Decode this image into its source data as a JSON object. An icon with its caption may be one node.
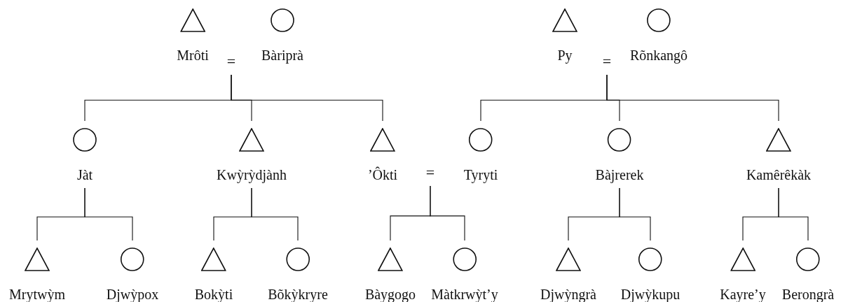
{
  "diagram": {
    "nodes": [
      {
        "text": [],
        "shape": "triangle",
        "beside": [
          "Mrôti"
        ]
      },
      {
        "text": [
          "="
        ]
      },
      {
        "text": [],
        "shape": "circle",
        "beside": [
          "Bàriprà"
        ]
      },
      {
        "text": [],
        "shape": "triangle",
        "beside": [
          "Py"
        ]
      },
      {
        "text": [
          "="
        ]
      },
      {
        "text": [],
        "shape": "circle",
        "beside": [
          "Rõnkangô"
        ]
      },
      {
        "text": [],
        "shape": "circle",
        "beside": [
          "Jàt"
        ]
      },
      {
        "text": [],
        "shape": "triangle",
        "beside": [
          "Kwỳrỳdjành"
        ]
      },
      {
        "text": [],
        "shape": "triangle",
        "beside": [
          "’Ôkti"
        ]
      },
      {
        "text": [
          "="
        ]
      },
      {
        "text": [],
        "shape": "circle",
        "beside": [
          "Tyryti"
        ]
      },
      {
        "text": [],
        "shape": "circle",
        "beside": [
          "Bàjrerek"
        ]
      },
      {
        "text": [],
        "shape": "triangle",
        "beside": [
          "Kamêrêkàk"
        ]
      },
      {
        "text": [],
        "shape": "triangle",
        "beside": [
          "Mrytwỳm"
        ]
      },
      {
        "text": [],
        "shape": "circle",
        "beside": [
          "Djwỳpox"
        ]
      },
      {
        "text": [],
        "shape": "triangle",
        "beside": [
          "Bokỳti"
        ]
      },
      {
        "text": [],
        "shape": "circle",
        "beside": [
          "Bõkỳkryre"
        ]
      },
      {
        "text": [],
        "shape": "triangle",
        "beside": [
          "Bàygogo"
        ]
      },
      {
        "text": [],
        "shape": "circle",
        "beside": [
          "Màtkrwỳt’y"
        ]
      },
      {
        "text": [],
        "shape": "triangle",
        "beside": [
          "Djwỳngrà"
        ]
      },
      {
        "text": [],
        "shape": "circle",
        "beside": [
          "Djwỳkupu"
        ]
      },
      {
        "text": [],
        "shape": "triangle",
        "beside": [
          "Kayre’y"
        ]
      },
      {
        "text": [],
        "shape": "circle",
        "beside": [
          "Berongrà"
        ]
      }
    ],
    "edges": [
      {
        "from": 1,
        "to": 6,
        "arrow": "none"
      },
      {
        "from": 1,
        "to": 7,
        "arrow": "none"
      },
      {
        "from": 1,
        "to": 8,
        "arrow": "none"
      },
      {
        "from": 4,
        "to": 10,
        "arrow": "none"
      },
      {
        "from": 4,
        "to": 11,
        "arrow": "none"
      },
      {
        "from": 4,
        "to": 12,
        "arrow": "none"
      },
      {
        "from": 6,
        "to": 13,
        "arrow": "none"
      },
      {
        "from": 6,
        "to": 14,
        "arrow": "none"
      },
      {
        "from": 7,
        "to": 15,
        "arrow": "none"
      },
      {
        "from": 7,
        "to": 16,
        "arrow": "none"
      },
      {
        "from": 9,
        "to": 17,
        "arrow": "none"
      },
      {
        "from": 9,
        "to": 18,
        "arrow": "none"
      },
      {
        "from": 11,
        "to": 19,
        "arrow": "none"
      },
      {
        "from": 11,
        "to": 20,
        "arrow": "none"
      },
      {
        "from": 12,
        "to": 21,
        "arrow": "none"
      },
      {
        "from": 12,
        "to": 22,
        "arrow": "none"
      }
    ]
  }
}
